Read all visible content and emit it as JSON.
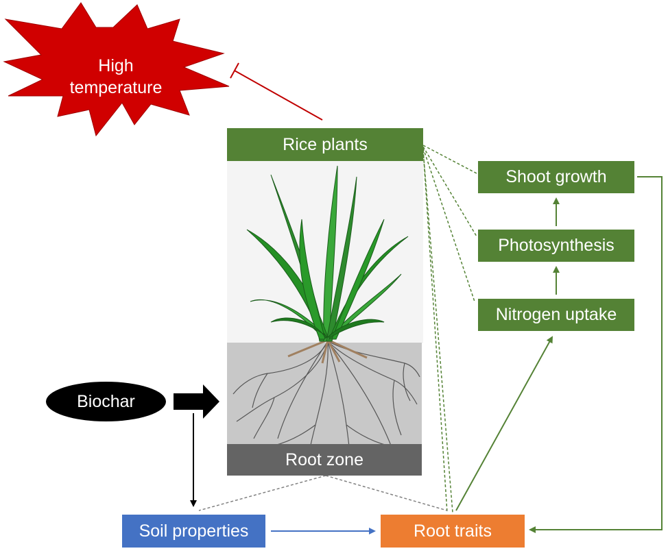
{
  "nodes": {
    "high_temperature": {
      "line1": "High",
      "line2": "temperature"
    },
    "rice_plants": "Rice plants",
    "root_zone": "Root zone",
    "shoot_growth": "Shoot growth",
    "photosynthesis": "Photosynthesis",
    "nitrogen_uptake": "Nitrogen uptake",
    "biochar": "Biochar",
    "soil_properties": "Soil properties",
    "root_traits": "Root traits"
  },
  "colors": {
    "green": "#548235",
    "red": "#c00000",
    "blue": "#4472c4",
    "orange": "#ed7d31",
    "gray_dark": "#646464",
    "black": "#000000"
  },
  "icons": [
    "rice-plant-illustration",
    "roots-illustration",
    "starburst-shape"
  ]
}
